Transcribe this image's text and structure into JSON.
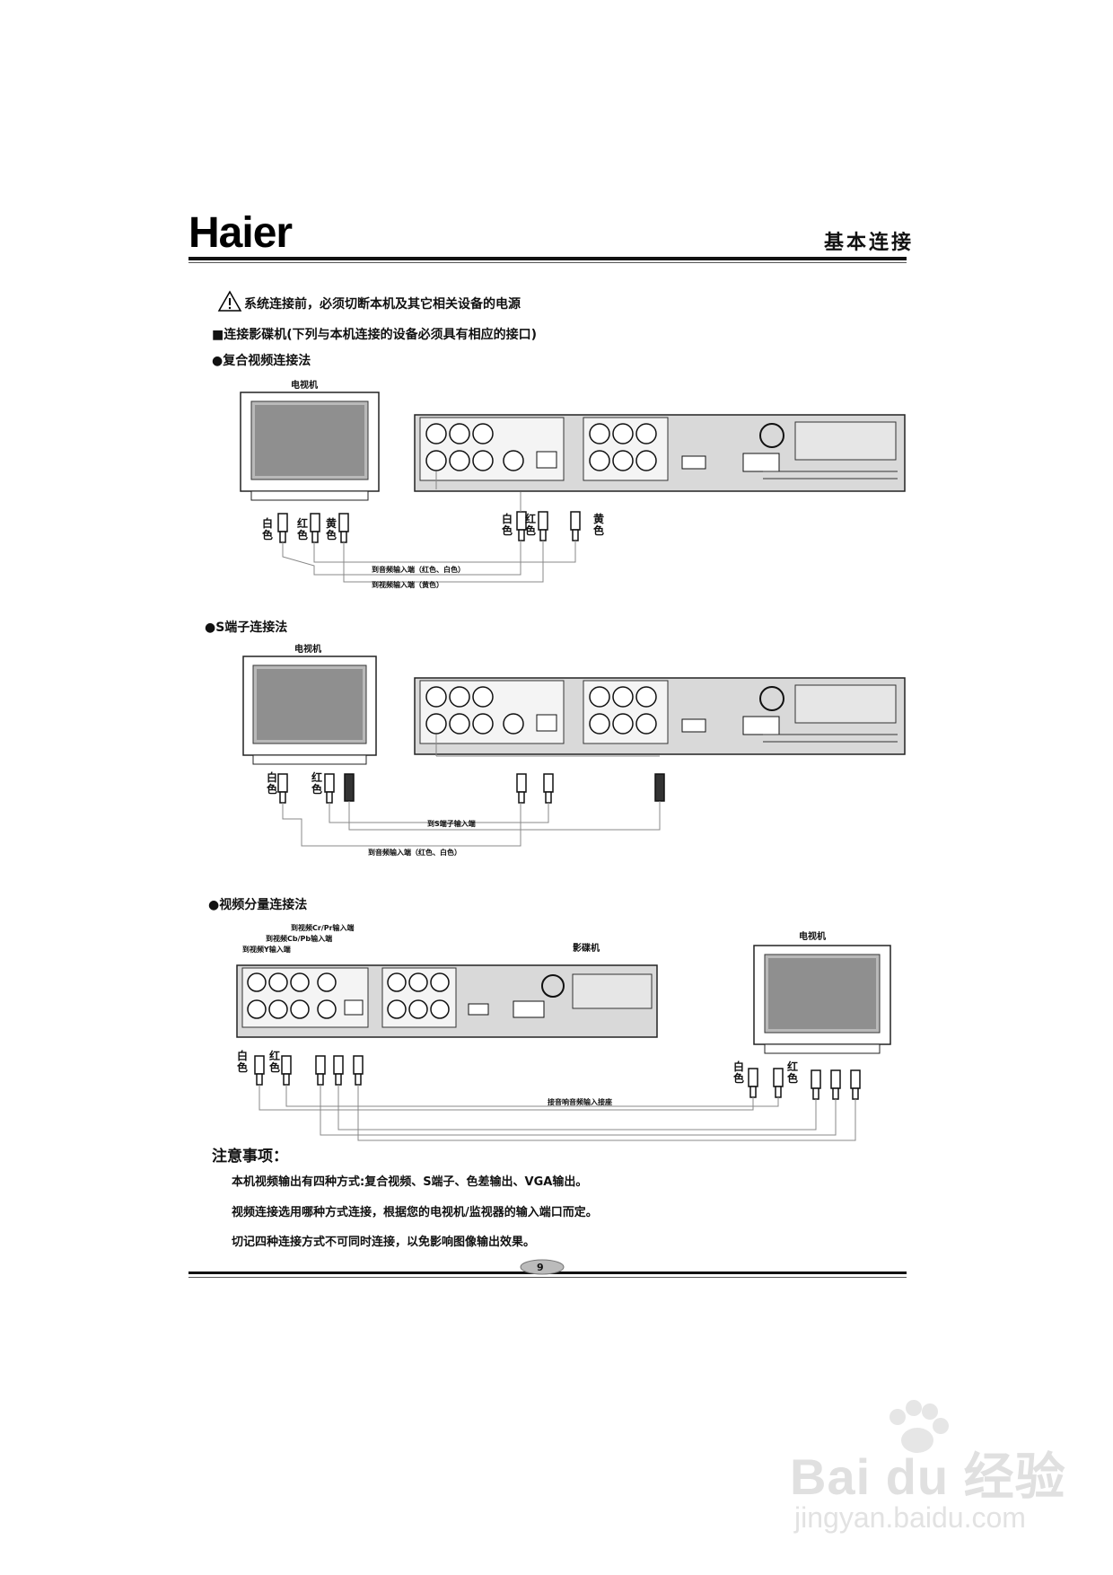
{
  "header": {
    "logo": "Haier",
    "section": "基本连接"
  },
  "warning": "系统连接前，必须切断本机及其它相关设备的电源",
  "intro": "■连接影碟机(下列与本机连接的设备必须具有相应的接口)",
  "sec1": {
    "title": "●复合视频连接法",
    "tv": "电视机",
    "tv_plugs": [
      "白色",
      "红色",
      "黄色"
    ],
    "dvd_plugs": [
      "白色",
      "红色",
      "黄色"
    ],
    "audio_label": "到音频输入端（红色、白色）",
    "video_label": "到视频输入端（黄色）"
  },
  "sec2": {
    "title": "●S端子连接法",
    "tv": "电视机",
    "tv_plugs": [
      "白色",
      "红色"
    ],
    "s_label": "到S端子输入端",
    "audio_label": "到音频输入端（红色、白色）"
  },
  "sec3": {
    "title": "●视频分量连接法",
    "dvd": "影碟机",
    "tv": "电视机",
    "comp_labels": [
      "到视频Cr/Pr输入端",
      "到视频Cb/Pb输入端",
      "到视频Y输入端"
    ],
    "plugs_left": [
      "白色",
      "红色"
    ],
    "plugs_right": [
      "白色",
      "红色"
    ],
    "conn_label": "接音响音频输入接座"
  },
  "notes": {
    "head": "注意事项：",
    "items": [
      "本机视频输出有四种方式:复合视频、S端子、色差输出、VGA输出。",
      "视频连接选用哪种方式连接，根据您的电视机/监视器的输入端口而定。",
      "切记四种连接方式不可同时连接，以免影响图像输出效果。"
    ]
  },
  "footer": {
    "page": "9"
  },
  "watermark": {
    "brand": "Bai du 经验",
    "url": "jingyan.baidu.com"
  }
}
